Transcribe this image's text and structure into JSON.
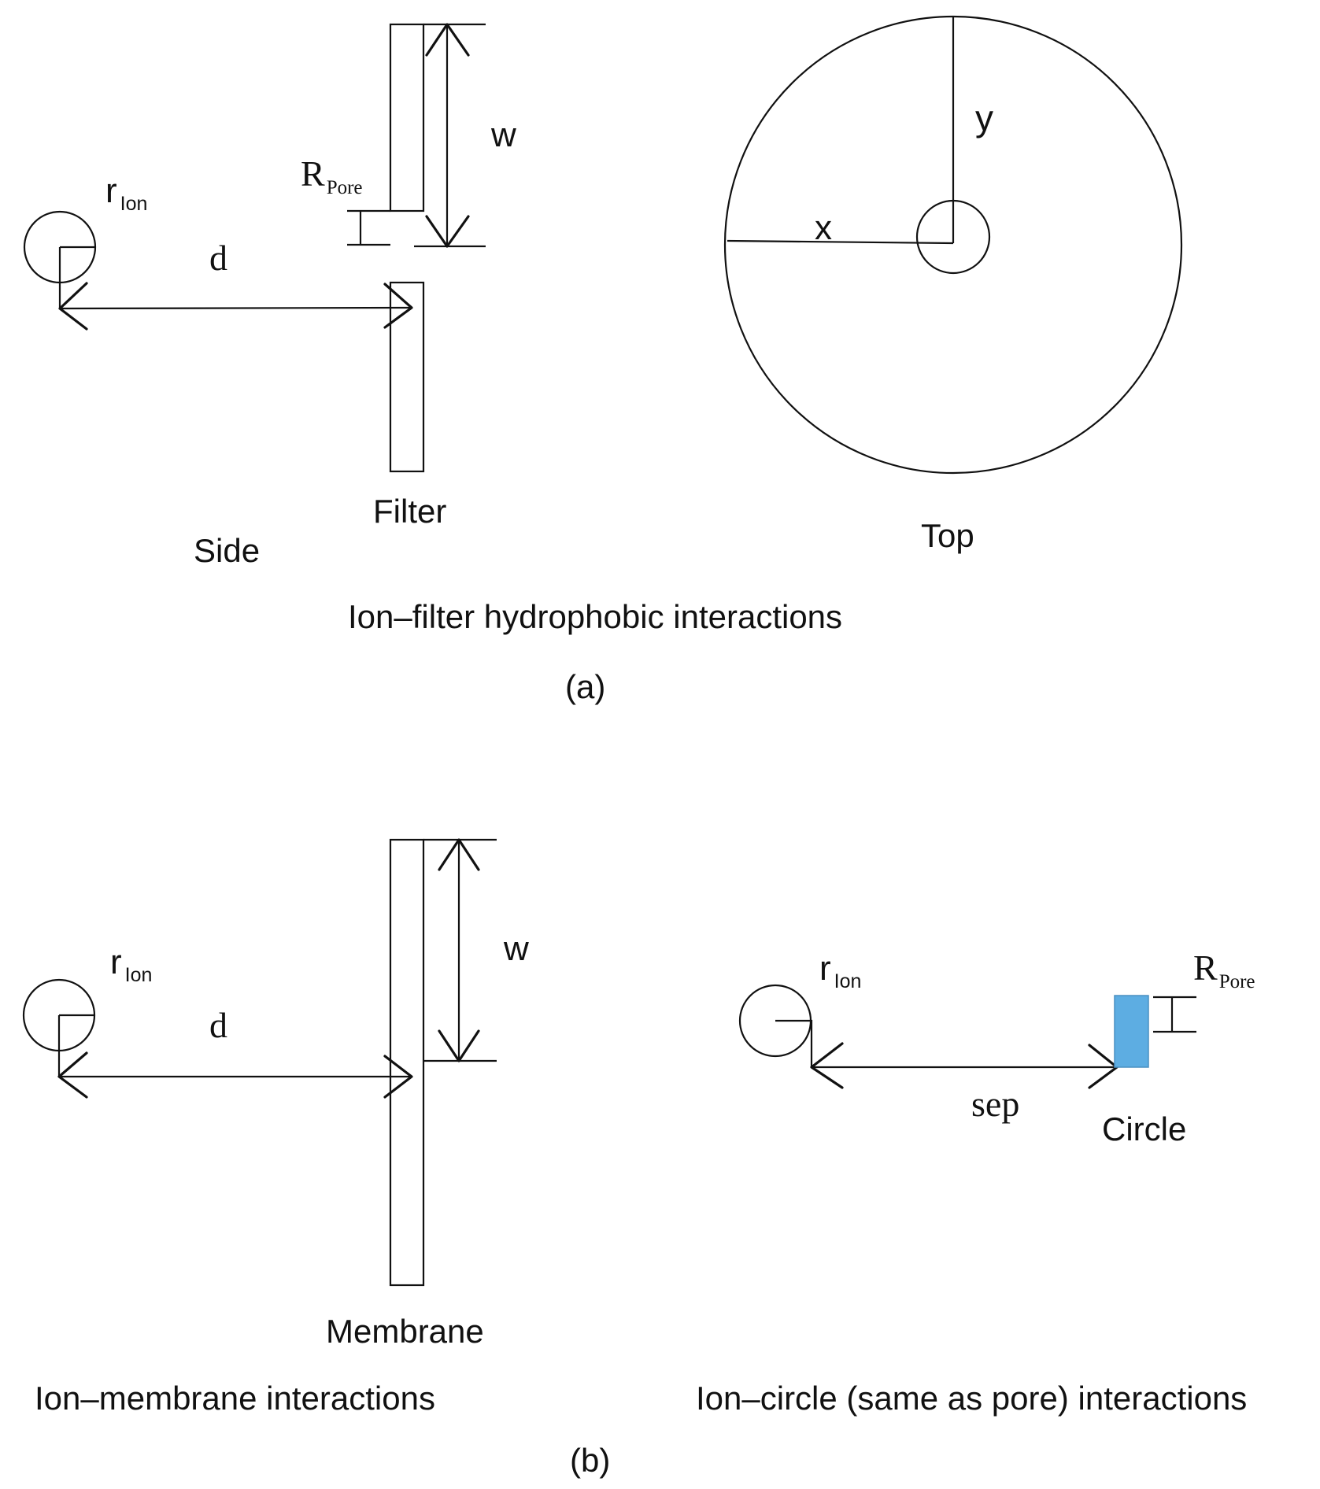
{
  "panel_a": {
    "side_view": {
      "ion_radius_label": "r",
      "ion_radius_sub": "Ion",
      "distance_label": "d",
      "pore_radius_label": "R",
      "pore_radius_sub": "Pore",
      "width_label": "w",
      "filter_label": "Filter",
      "view_label": "Side"
    },
    "top_view": {
      "x_label": "x",
      "y_label": "y",
      "view_label": "Top"
    },
    "title": "Ion–filter hydrophobic interactions",
    "tag": "(a)"
  },
  "panel_b": {
    "membrane_view": {
      "ion_radius_label": "r",
      "ion_radius_sub": "Ion",
      "distance_label": "d",
      "width_label": "w",
      "membrane_label": "Membrane",
      "title": "Ion–membrane interactions"
    },
    "circle_view": {
      "ion_radius_label": "r",
      "ion_radius_sub": "Ion",
      "pore_radius_label": "R",
      "pore_radius_sub": "Pore",
      "separation_label": "sep",
      "circle_label": "Circle",
      "title": "Ion–circle (same as pore) interactions",
      "circle_color": "#5DADE2"
    },
    "tag": "(b)"
  }
}
